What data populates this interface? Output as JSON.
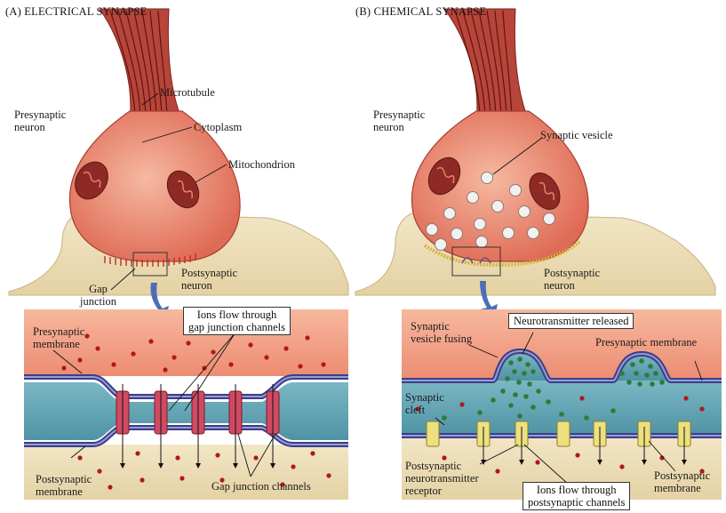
{
  "panels": {
    "a": {
      "title": "(A) ELECTRICAL SYNAPSE",
      "labels": {
        "presynaptic_neuron": "Presynaptic\nneuron",
        "microtubule": "Microtubule",
        "cytoplasm": "Cytoplasm",
        "mitochondrion": "Mitochondrion",
        "gap_junction": "Gap\njunction",
        "postsynaptic_neuron": "Postsynaptic\nneuron",
        "ions_flow": "Ions flow through\ngap junction channels",
        "presynaptic_membrane": "Presynaptic\nmembrane",
        "postsynaptic_membrane": "Postsynaptic\nmembrane",
        "gap_junction_channels": "Gap junction channels"
      }
    },
    "b": {
      "title": "(B) CHEMICAL SYNAPSE",
      "labels": {
        "presynaptic_neuron": "Presynaptic\nneuron",
        "synaptic_vesicle": "Synaptic vesicle",
        "postsynaptic_neuron": "Postsynaptic\nneuron",
        "neurotransmitter_released": "Neurotransmitter released",
        "synaptic_vesicle_fusing": "Synaptic\nvesicle fusing",
        "presynaptic_membrane": "Presynaptic membrane",
        "synaptic_cleft": "Synaptic\ncleft",
        "postsynaptic_receptor": "Postsynaptic\nneurotransmitter\nreceptor",
        "ions_flow": "Ions flow through\npostsynaptic channels",
        "postsynaptic_membrane": "Postsynaptic\nmembrane"
      }
    }
  },
  "colors": {
    "axon_dark": "#a8322c",
    "cell_body": "#e9866e",
    "cell_light": "#f6c0a6",
    "mitochondrion": "#9b2f2a",
    "postsynaptic_cell": "#efe3c0",
    "membrane": "#44418e",
    "membrane_light": "#8da0d0",
    "cleft": "#5fa3b3",
    "ion": "#b3171b",
    "neurotransmitter": "#2e7b3a",
    "arrow_blue": "#4a6fb7",
    "channel": "#d04a62",
    "receptor": "#e9db7a"
  }
}
